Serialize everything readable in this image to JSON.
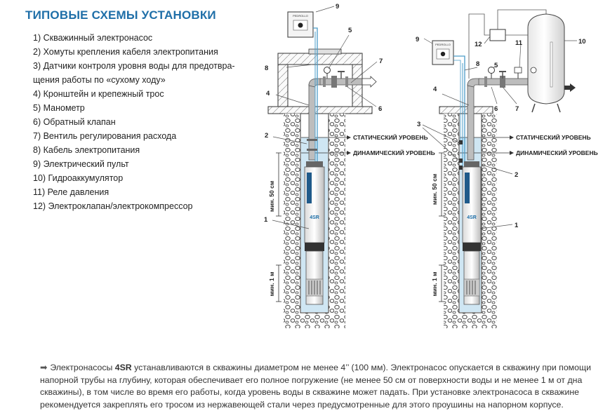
{
  "title": "ТИПОВЫЕ СХЕМЫ УСТАНОВКИ",
  "legend": [
    "1) Скважинный электронасос",
    "2) Хомуты крепления кабеля электропитания",
    "3) Датчики контроля уровня воды для предотвра-",
    "щения работы по «сухому ходу»",
    "4) Кронштейн и крепежный трос",
    "5) Манометр",
    "6) Обратный клапан",
    "7) Вентиль регулирования расхода",
    "8) Кабель электропитания",
    "9) Электрический пульт",
    "10) Гидроаккумулятор",
    "11) Реле давления",
    "12) Электроклапан/электрокомпрессор"
  ],
  "diagram": {
    "static_level": "СТАТИЧЕСКИЙ УРОВЕНЬ",
    "dynamic_level": "ДИНАМИЧЕСКИЙ УРОВЕНЬ",
    "min_50": "мин. 50 см",
    "min_1m": "мин. 1 м",
    "pump_model": "4SR",
    "brand": "PEDROLLO",
    "left_callouts": [
      "9",
      "5",
      "7",
      "8",
      "4",
      "6",
      "2",
      "1"
    ],
    "right_callouts": [
      "9",
      "12",
      "11",
      "10",
      "8",
      "5",
      "4",
      "6",
      "7",
      "3",
      "2",
      "1"
    ]
  },
  "note": {
    "part1": "Электронасосы ",
    "model": "4SR",
    "part2": " устанавливаются в скважины диаметром не менее 4’’ (100 мм). Электронасос опускается в скважину при помощи напорной трубы на глубину, которая обеспечивает его полное погружение (не менее 50 см от поверхности воды и не менее 1 м от дна скважины), в том числе во время его работы, когда уровень воды в скважине может падать. При установке электронасоса в скважине рекомендуется закреплять его тросом из нержавеющей стали через предусмотренные для этого проушины на напорном корпусе."
  },
  "colors": {
    "title": "#1f6fa8",
    "water": "#cfe6f3",
    "pipe": "#bdbdbd",
    "cable": "#4a9cc8"
  }
}
